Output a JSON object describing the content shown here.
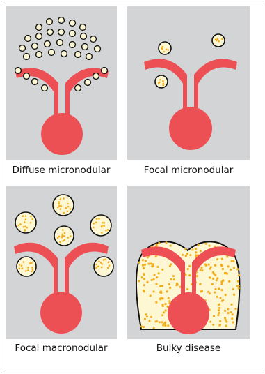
{
  "figure": {
    "panels": [
      {
        "key": "diffuse_micronodular",
        "caption": "Diffuse micronodular"
      },
      {
        "key": "focal_micronodular",
        "caption": "Focal micronodular"
      },
      {
        "key": "focal_macronodular",
        "caption": "Focal macronodular"
      },
      {
        "key": "bulky_disease",
        "caption": "Bulky disease"
      }
    ]
  },
  "colors": {
    "panel_background": "#d3d4d6",
    "gland": "#ec5055",
    "nodule_fill": "#fef7d4",
    "nodule_dots": "#f3ae1f",
    "outline": "#111111"
  }
}
